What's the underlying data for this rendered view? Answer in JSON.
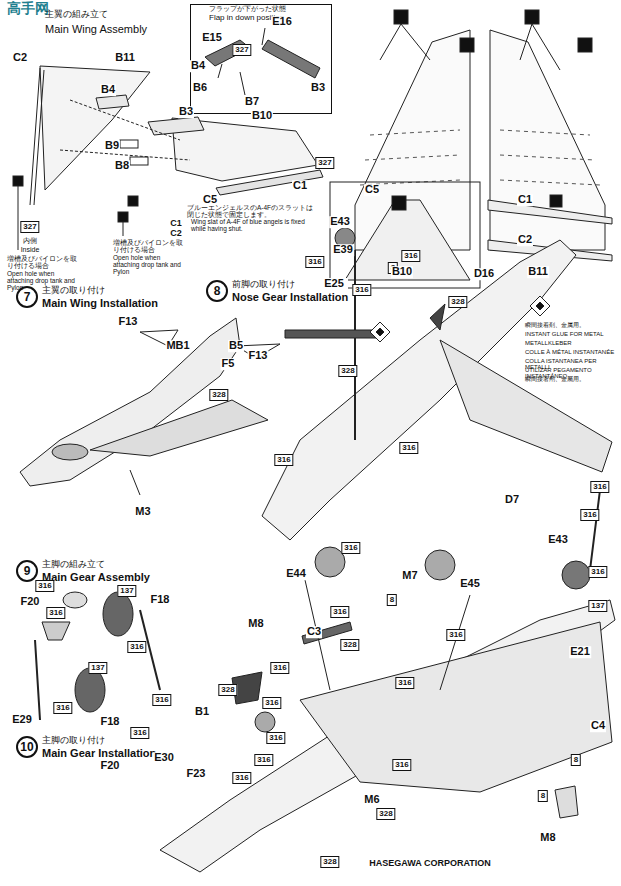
{
  "diagram": {
    "nodes": [
      {
        "text": [
          "フラップが下がった状態",
          "Flap in down position"
        ]
      },
      {
        "text": [
          "327"
        ],
        "in": 0
      },
      {
        "text": [
          "7",
          "主翼の取り付け",
          "Main Wing Installation"
        ]
      },
      {
        "text": [
          "8",
          "前脚の取り付け",
          "Nose Gear Installation"
        ]
      },
      {
        "text": [
          "9",
          "主脚の組み立て",
          "Main Gear Assembly"
        ]
      },
      {
        "text": [
          "10",
          "主脚の取り付け",
          "Main Gear Installation"
        ]
      },
      {
        "text": [
          "327"
        ]
      },
      {
        "text": [
          "327"
        ]
      },
      {
        "text": [
          "328"
        ]
      },
      {
        "text": [
          "316"
        ]
      },
      {
        "text": [
          "8"
        ]
      },
      {
        "text": [
          "316"
        ]
      },
      {
        "text": [
          "316"
        ]
      },
      {
        "text": [
          "328"
        ]
      },
      {
        "text": [
          "328"
        ]
      },
      {
        "text": [
          "316"
        ]
      },
      {
        "text": [
          "316"
        ]
      },
      {
        "text": [
          "316"
        ]
      },
      {
        "text": [
          "316"
        ]
      },
      {
        "text": [
          "316"
        ]
      },
      {
        "text": [
          "137"
        ]
      },
      {
        "text": [
          "316"
        ]
      },
      {
        "text": [
          "137"
        ]
      },
      {
        "text": [
          "316"
        ]
      },
      {
        "text": [
          "316"
        ]
      },
      {
        "text": [
          "137"
        ]
      },
      {
        "text": [
          "316"
        ]
      },
      {
        "text": [
          "316"
        ]
      },
      {
        "text": [
          "316"
        ]
      },
      {
        "text": [
          "316"
        ]
      },
      {
        "text": [
          "316"
        ]
      },
      {
        "text": [
          "328"
        ]
      },
      {
        "text": [
          "316"
        ]
      },
      {
        "text": [
          "8"
        ]
      },
      {
        "text": [
          "316"
        ]
      },
      {
        "text": [
          "328"
        ]
      },
      {
        "text": [
          "316"
        ]
      },
      {
        "text": [
          "316"
        ]
      },
      {
        "text": [
          "316"
        ]
      },
      {
        "text": [
          "8"
        ]
      },
      {
        "text": [
          "316"
        ]
      },
      {
        "text": [
          "316"
        ]
      },
      {
        "text": [
          "316"
        ]
      },
      {
        "text": [
          "328"
        ]
      },
      {
        "text": [
          "8"
        ]
      },
      {
        "text": [
          "328"
        ]
      }
    ],
    "labels": [
      "高手网",
      "主翼の組み立て",
      "Main Wing Assembly",
      "C2",
      "B11",
      "B4",
      "B3",
      "B9",
      "B8",
      "B10",
      "C5",
      "C1",
      "内側",
      "Inside",
      "増槽及びパイロンを取り付ける場合",
      "Open hole when attaching drop tank and Pylon",
      "増槽及びパイロンを取り付ける場合",
      "Open hole when attaching drop tank and Pylon",
      "ブルーエンジェルスのA-4Fのスラットは閉じた状態で固定します。",
      "C1",
      "C2",
      "Wing slat of A-4F of blue angels is fixed while having shut.",
      "E16",
      "E15",
      "B4",
      "B3",
      "B6",
      "B7",
      "B10",
      "B11",
      "C5",
      "C1",
      "C2",
      "F13",
      "F13",
      "MB1",
      "M3",
      "E43",
      "E39",
      "E25",
      "D16",
      "B5",
      "F5",
      "D7",
      "瞬間接着剤、金属用。",
      "INSTANT GLUE FOR METAL",
      "METALLKLEBER",
      "COLLE À MÉTAL INSTANTANÉE",
      "COLLA ISTANTANEA PER METALLI",
      "UTILIZAR PEGAMENTO INSTANTÁNEO",
      "瞬間接著劑、金屬用。",
      "E43",
      "F20",
      "F18",
      "E29",
      "F18",
      "F20",
      "E30",
      "E44",
      "M7",
      "E45",
      "E21",
      "M8",
      "C3",
      "B1",
      "C4",
      "F23",
      "M6",
      "M8",
      "HASEGAWA CORPORATION"
    ]
  }
}
